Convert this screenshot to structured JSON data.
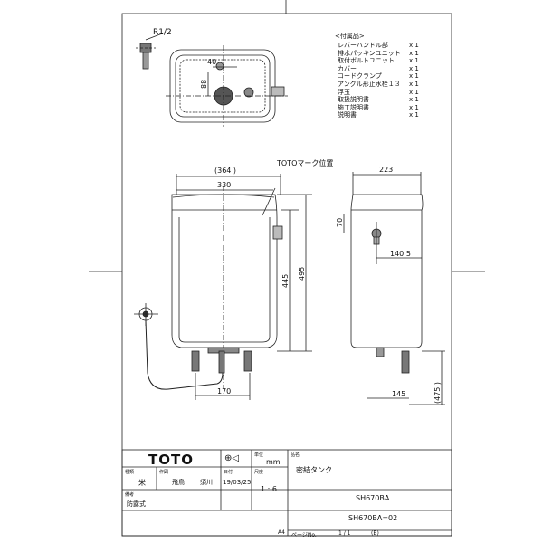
{
  "drawing": {
    "thread_label": "R1/2",
    "toto_mark_label": "TOTOマーク位置",
    "dims": {
      "top_40": "40",
      "top_88": "88",
      "front_364": "(364  )",
      "front_330": "330",
      "front_445": "445",
      "front_495": "495",
      "front_170": "170",
      "side_223": "223",
      "side_70": "70",
      "side_1405": "140.5",
      "side_145": "145",
      "side_475": "(475 )"
    }
  },
  "accessories": {
    "title": "<付属品>",
    "items": [
      {
        "name": "レバーハンドル部",
        "qty": "x 1"
      },
      {
        "name": "排水パッキンユニット",
        "qty": "x 1"
      },
      {
        "name": "取付ボルトユニット",
        "qty": "x 1"
      },
      {
        "name": "カバー",
        "qty": "x 1"
      },
      {
        "name": "コードクランプ",
        "qty": "x 1"
      },
      {
        "name": "アングル形止水栓１３",
        "qty": "x 1"
      },
      {
        "name": "浮玉",
        "qty": "x 1"
      },
      {
        "name": "取扱説明書",
        "qty": "x 1"
      },
      {
        "name": "施工説明書",
        "qty": "x 1"
      },
      {
        "name": "説明書",
        "qty": "x 1"
      }
    ]
  },
  "title_block": {
    "logo": "TOTO",
    "unit_head": "単位",
    "unit": "mm",
    "name_head": "品名",
    "name": "密結タンク",
    "kind_head": "種類",
    "kind": "米",
    "author_head": "作図",
    "author1": "飛鳥",
    "author2": "須川",
    "date_head": "日付",
    "date": "19/03/25",
    "scale_head": "尺度",
    "scale": "1 : 6",
    "remark_head": "備考",
    "remark": "防露式",
    "model": "SH670BA",
    "drawing_no": "SH670BA=02",
    "sheet_size": "A4",
    "page_label": "ページNo.",
    "page": "1 / 1",
    "rev": "(B)"
  }
}
